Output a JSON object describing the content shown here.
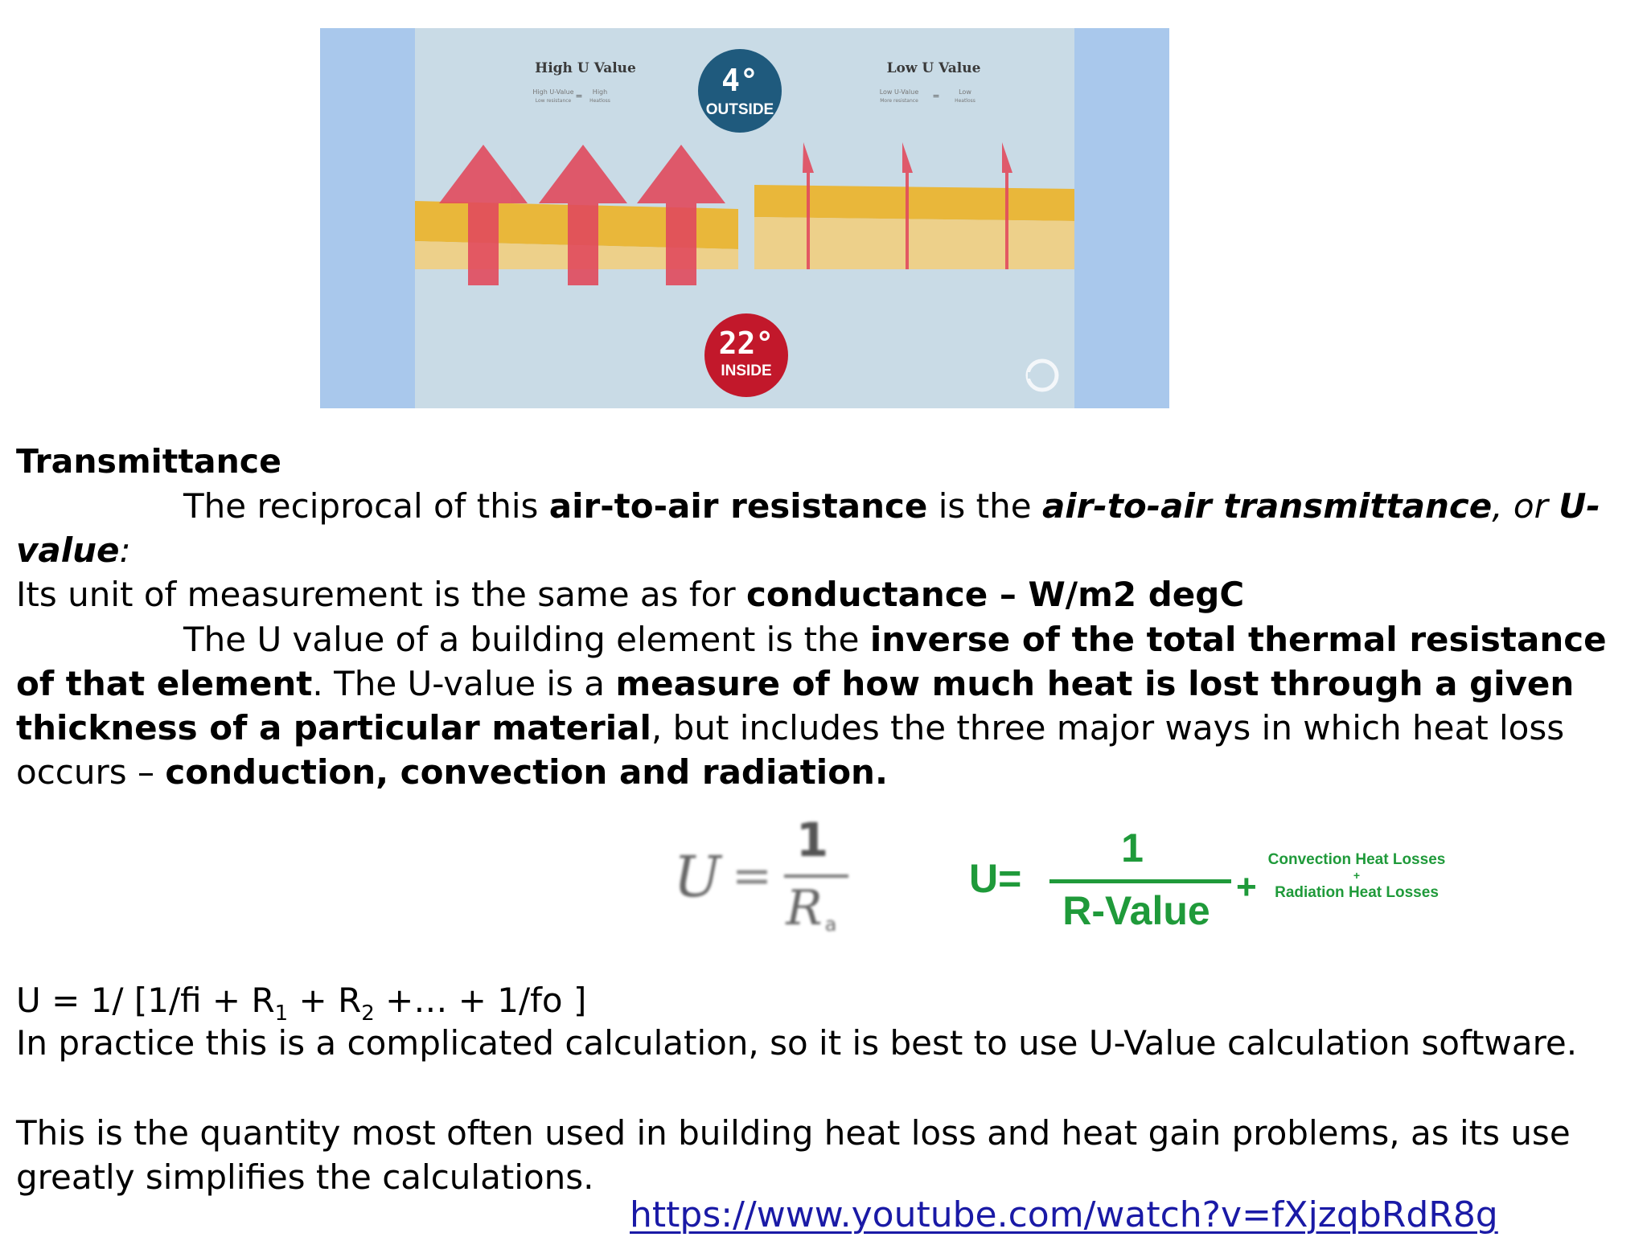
{
  "figure": {
    "high_label": "High U Value",
    "high_sub_left": "High U-Value",
    "high_sub_left_2": "Low resistance",
    "high_sub_right": "High",
    "high_sub_right_2": "Heatloss",
    "low_label": "Low U Value",
    "low_sub_left": "Low U-Value",
    "low_sub_left_2": "More resistance",
    "low_sub_right": "Low",
    "low_sub_right_2": "Heatloss",
    "outside_temp": "4°",
    "outside_label": "OUTSIDE",
    "inside_temp": "22°",
    "inside_label": "INSIDE",
    "colors": {
      "background": "#c9dbe6",
      "side_bands": "#a9c8ec",
      "layer_top": "#e9b73a",
      "layer_bottom": "#edd08a",
      "arrow": "#e14a5d",
      "outside_badge": "#1f5a7d",
      "inside_badge": "#c2182b"
    }
  },
  "heading": "Transmittance",
  "p1": {
    "a": "The reciprocal of this ",
    "b": "air-to-air resistance",
    "c": " is the ",
    "d": "air-to-air transmittance",
    "e": ", or ",
    "f": "U-value",
    "g": ":",
    "h": "Its unit of measurement is the same as for ",
    "i": "conductance – W/m2 degC"
  },
  "p2": {
    "a": "The U value of a building element is the ",
    "b": "inverse of the total thermal resistance of that element",
    "c": ". The U-value is a ",
    "d": "measure of how much heat is lost through a given thickness of a particular material",
    "e": ", but includes the three major ways in which heat loss occurs – ",
    "f": "conduction, convection and radiation."
  },
  "eq1": {
    "lhs": "U",
    "equals": "=",
    "numerator": "1",
    "denominator": "R",
    "denominator_sub": "a"
  },
  "eq2": {
    "lhs": "U=",
    "numerator": "1",
    "denominator": "R-Value",
    "plus": "+",
    "term_top": "Convection Heat Losses",
    "term_mid": "+",
    "term_bottom": "Radiation Heat Losses",
    "color": "#1f9a3a"
  },
  "formula": {
    "a": "U = 1/ [1/fi  + R",
    "s1": "1",
    "b": " + R",
    "s2": "2",
    "c": " +… + 1/fo  ]"
  },
  "p3": "In practice this is a complicated calculation, so it is best to use U-Value calculation software.",
  "p4": "This is the quantity most often used in building heat loss and heat gain problems, as its use greatly simplifies the calculations.",
  "link": "https://www.youtube.com/watch?v=fXjzqbRdR8g"
}
